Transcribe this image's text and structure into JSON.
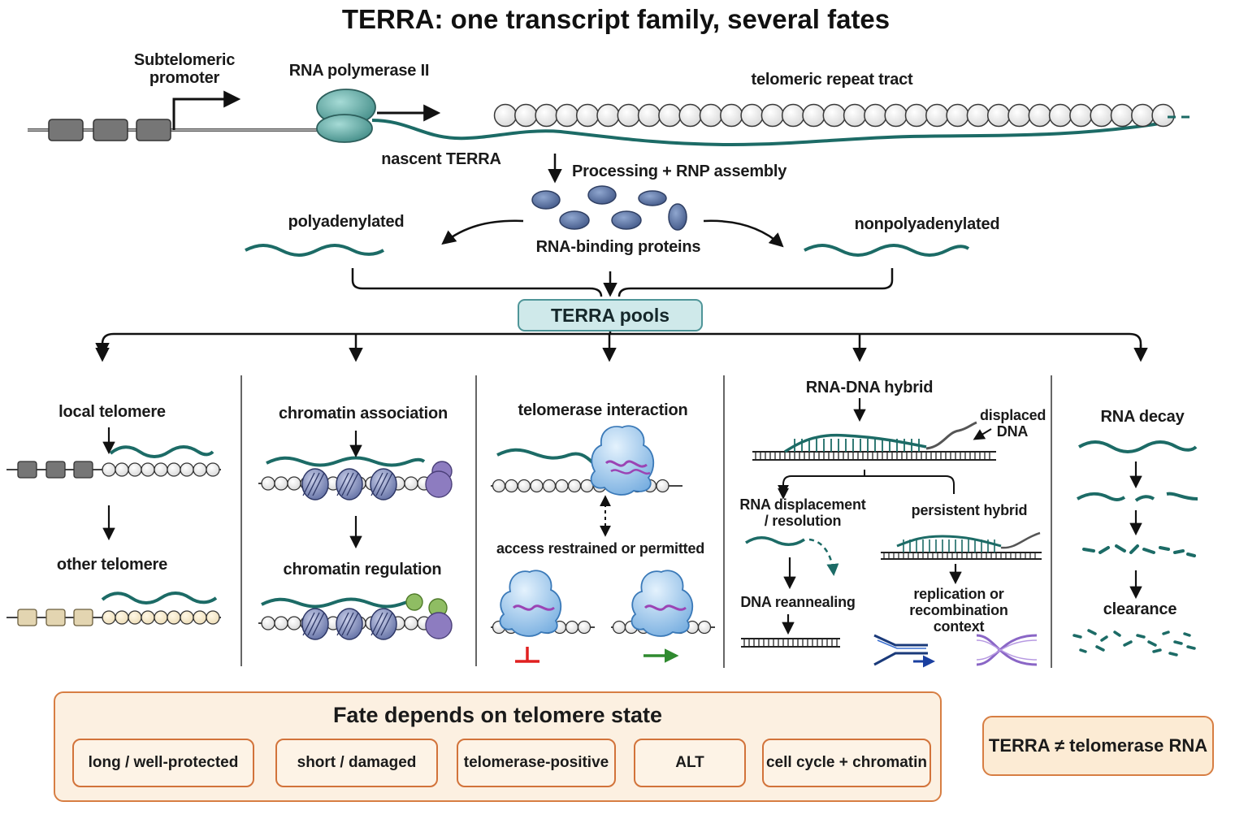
{
  "title": "TERRA: one transcript family, several fates",
  "transcription": {
    "promoter_label": "Subtelomeric promoter",
    "polymerase_label": "RNA polymerase II",
    "repeat_label": "telomeric repeat tract",
    "nascent_label": "nascent TERRA",
    "processing_label": "Processing + RNP assembly",
    "rbp_label": "RNA-binding proteins",
    "polyA_label": "polyadenylated",
    "nonpolyA_label": "nonpolyadenylated",
    "pools_label": "TERRA pools"
  },
  "fates": {
    "local": {
      "top_label": "local telomere",
      "bottom_label": "other telomere"
    },
    "chromatin": {
      "top_label": "chromatin association",
      "bottom_label": "chromatin regulation"
    },
    "telomerase": {
      "top_label": "telomerase interaction",
      "access_label": "access restrained or permitted"
    },
    "hybrid": {
      "top_label": "RNA-DNA hybrid",
      "displaced_label": "displaced DNA",
      "displacement_label": "RNA displacement / resolution",
      "reannealing_label": "DNA reannealing",
      "persistent_label": "persistent hybrid",
      "replication_label": "replication or recombination context"
    },
    "decay": {
      "top_label": "RNA decay",
      "clearance_label": "clearance"
    }
  },
  "telomere_state": {
    "title": "Fate depends on telomere state",
    "states": [
      "long / well-protected",
      "short / damaged",
      "telomerase-positive",
      "ALT",
      "cell cycle + chromatin"
    ]
  },
  "note": "TERRA ≠ telomerase RNA",
  "colors": {
    "rna": "#1c6b66",
    "subtelomere_block": "#767676",
    "other_subtelomere_block": "#e3d5b1",
    "polymerase": "#5fa9a4",
    "rbp": "#5670a0",
    "nucleosome": "#7b85b6",
    "telomerase": "#a9d0f0",
    "chromatin_reader": "#8d7cc0",
    "inhibit": "#e02020",
    "permit": "#2f8a2f",
    "box_accent": "#d77e43"
  }
}
